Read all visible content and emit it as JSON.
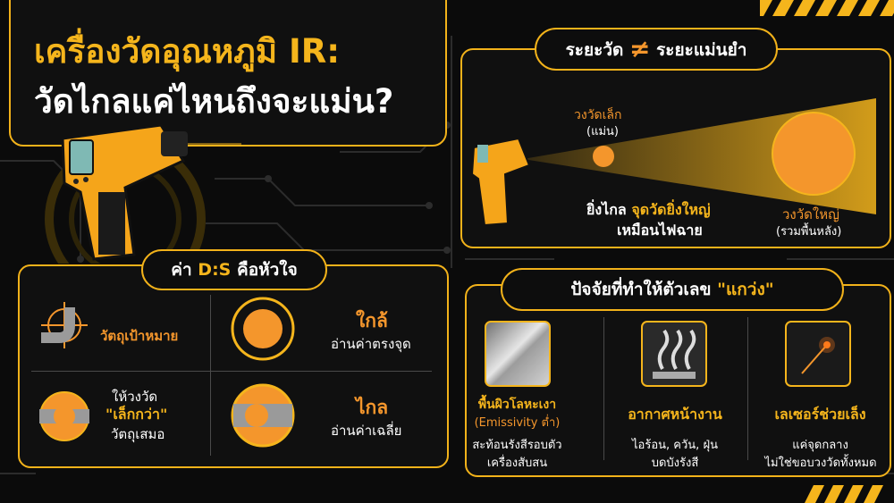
{
  "title": {
    "line1": "เครื่องวัดอุณหภูมิ IR:",
    "line2": "วัดไกลแค่ไหนถึงจะแม่น?"
  },
  "range_panel": {
    "heading_left": "ระยะวัด",
    "heading_symbol": "≠",
    "heading_right": "ระยะแม่นยำ",
    "small_circle_label": "วงวัดเล็ก",
    "small_circle_sub": "(แม่น)",
    "middle_label_white": "ยิ่งไกล",
    "middle_label_yellow": "จุดวัดยิ่งใหญ่",
    "middle_label_line2": "เหมือนไฟฉาย",
    "big_circle_label": "วงวัดใหญ่",
    "big_circle_sub": "(รวมพื้นหลัง)"
  },
  "ds_panel": {
    "heading_prefix": "ค่า",
    "heading_highlight": "D:S",
    "heading_suffix": "คือหัวใจ",
    "target_label": "วัตถุเป้าหมาย",
    "rule_line1": "ให้วงวัด",
    "rule_line2": "\"เล็กกว่า\"",
    "rule_line3": "วัตถุเสมอ",
    "near_title": "ใกล้",
    "near_desc": "อ่านค่าตรงจุด",
    "far_title": "ไกล",
    "far_desc": "อ่านค่าเฉลี่ย"
  },
  "factors_panel": {
    "heading_prefix": "ปัจจัยที่ทำให้ตัวเลข",
    "heading_highlight": "\"แกว่ง\"",
    "items": [
      {
        "icon": "metal-surface-icon",
        "title": "พื้นผิวโลหะเงา",
        "subtitle": "(Emissivity ต่ำ)",
        "desc1": "สะท้อนรังสีรอบตัว",
        "desc2": "เครื่องสับสน"
      },
      {
        "icon": "steam-icon",
        "title": "อากาศหน้างาน",
        "subtitle": "",
        "desc1": "ไอร้อน, ควัน, ฝุ่น",
        "desc2": "บดบังรังสี"
      },
      {
        "icon": "laser-icon",
        "title": "เลเซอร์ช่วยเล็ง",
        "subtitle": "",
        "desc1": "แค่จุดกลาง",
        "desc2": "ไม่ใช่ขอบวงวัดทั้งหมด"
      }
    ]
  },
  "colors": {
    "accent": "#f5b51c",
    "orange": "#f4962c",
    "background": "#0b0b0b"
  }
}
